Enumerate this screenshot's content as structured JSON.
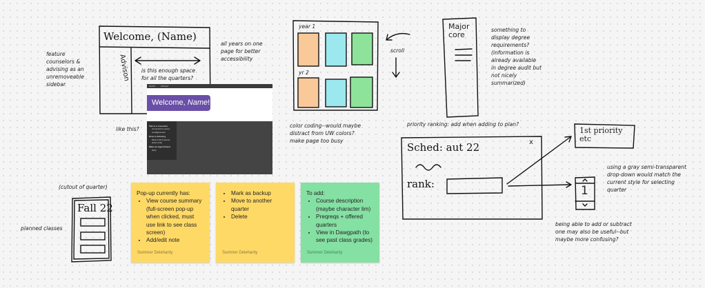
{
  "sketches": {
    "welcome_wireframe": {
      "title": "Welcome, (Name)",
      "sidebar_label": "Advison"
    },
    "year_grid": {
      "year1_label": "year 1",
      "year2_label": "yr 2",
      "colors": [
        "#f9c99a",
        "#9be8ee",
        "#8ee39a"
      ]
    },
    "scroll_label": "scroll",
    "major_card": {
      "title": "Major\ncore"
    },
    "schedule_popup": {
      "title": "Sched: aut 22",
      "rank_label": "rank:",
      "close": "x"
    },
    "priority_box": "1st priority\netc",
    "spinner_value": "1",
    "quarter_card": {
      "title": "Fall 22"
    }
  },
  "annotations": {
    "sidebar_note": "feature\ncounselors &\nadvising as an\nunremoveable\nsidebar",
    "space_question": "is this enough space\nfor all the quarters?",
    "all_years": "all years on one\npage for better\naccessibility",
    "degree_req": "something to\ndisplay degree\nrequirements?\n(information is\nalready available\nin degree audit but\nnot nicely\nsummarized)",
    "like_this": "like this?",
    "color_coding": "color coding--would maybe\ndistract from UW colors?\nmake page too busy",
    "priority_ranking": "priority ranking: add when adding to plan?",
    "gray_dropdown": "using a gray semi-transparent\ndrop-down would match the\ncurrent style for selecting\nquarter",
    "add_subtract": "being able to add or subtract\none may also be useful--but\nmaybe more confusing?",
    "cutout": "(cutout of quarter)",
    "planned_classes": "planned classes"
  },
  "mockup": {
    "nav": [
      "MyUW",
      "UWmail"
    ],
    "welcome_prefix": "Welcome, ",
    "welcome_name": "Name",
    "welcome_suffix": "!",
    "sidebar": {
      "h1": "Talk to a counselor",
      "l1": "(Counselor's name)",
      "l2": "email@uw.edu",
      "h2": "Drop-in Advising",
      "l3": "MGH 3:30-4 (times)",
      "l4": "(Zoom link)",
      "h3": "Make an Appointment",
      "l5": "(link)"
    }
  },
  "stickies": [
    {
      "heading": "Pop-up currently has:",
      "items": [
        "View course summary (full-screen pop-up when clicked, must use link to see class screen)",
        "Add/edit note"
      ],
      "author": "Summer Delehanty",
      "color": "#ffd966"
    },
    {
      "items": [
        "Mark as backup",
        "Move to another quarter",
        "Delete"
      ],
      "author": "Summer Delehanty",
      "color": "#ffd966"
    },
    {
      "heading": "To add:",
      "items": [
        "Course description (maybe character lim)",
        "Preqreqs + offered quarters",
        "View in Dawgpath (to see past class grades)"
      ],
      "author": "Summer Delehanty",
      "color": "#85e0a3"
    }
  ]
}
